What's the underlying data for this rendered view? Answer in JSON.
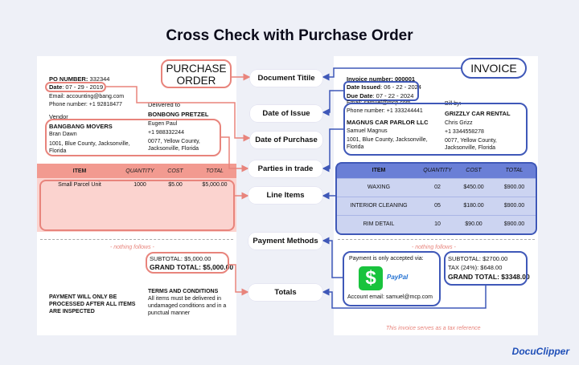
{
  "title": "Cross Check with Purchase Order",
  "po": {
    "doc_title": "PURCHASE ORDER",
    "po_number_label": "PO NUMBER:",
    "po_number": "332344",
    "date_label": "Date",
    "date": ": 07 - 29 - 2019",
    "email": "Email: accounting@bang.com",
    "phone": "Phone number: +1 92818477",
    "vendor_label": "Vendor",
    "vendor_name": "BANGBANG MOVERS",
    "vendor_contact": "Bran Dawn",
    "vendor_address": "1001, Blue County, Jacksonville, Florida",
    "delivered_label": "Delivered to",
    "delivered_name": "BONBONG PRETZEL",
    "delivered_contact": "Eugen Paul",
    "delivered_phone": "+1 988332244",
    "delivered_address": "0077, Yellow County, Jacksonville, Florida",
    "table_headers": [
      "ITEM",
      "QUANTITY",
      "COST",
      "TOTAL"
    ],
    "rows": [
      [
        "Small Parcel Unit",
        "1000",
        "$5.00",
        "$5,000.00"
      ]
    ],
    "nothing_follows": "- nothing follows -",
    "subtotal": "SUBTOTAL: $5,000.00",
    "grand_total": "GRAND TOTAL: $5,000.00",
    "payment_note": "PAYMENT WILL ONLY BE PROCESSED AFTER ALL ITEMS ARE INSPECTED",
    "terms_title": "TERMS AND CONDITIONS",
    "terms_text": "All items must be delivered in undamaged conditions and in a punctual manner"
  },
  "invoice": {
    "doc_title": "INVOICE",
    "invoice_number": "Invoice number: 000001",
    "date_issued_label": "Date Issued",
    "date_issued": ": 06 - 22 - 2024",
    "due_date_label": "Due Date",
    "due_date": ": 07 - 22 - 2024",
    "email": "Email: samuel@mcp.com",
    "phone": "Phone number: +1 333244441",
    "seller_name": "MAGNUS CAR PARLOR LLC",
    "seller_contact": "Samuel Magnus",
    "seller_address": "1001, Blue County, Jacksonville, Florida",
    "bill_by_label": "Bill by:",
    "bill_name": "GRIZZLY CAR RENTAL",
    "bill_contact": "Chris Grizz",
    "bill_phone": "+1 3344558278",
    "bill_address": "0077, Yellow County, Jacksonville, Florida",
    "table_headers": [
      "ITEM",
      "QUANTITY",
      "COST",
      "TOTAL"
    ],
    "rows": [
      [
        "WAXING",
        "02",
        "$450.00",
        "$900.00"
      ],
      [
        "INTERIOR CLEANING",
        "05",
        "$180.00",
        "$900.00"
      ],
      [
        "RIM DETAIL",
        "10",
        "$90.00",
        "$900.00"
      ]
    ],
    "nothing_follows": "- nothing follows -",
    "payment_accepted": "Payment is only accepted via:",
    "paypal": "PayPal",
    "cashapp_glyph": "$",
    "account_email": "Account email: samuel@mcp.com",
    "subtotal": "SUBTOTAL: $2700.00",
    "tax": "TAX (24%): $648.00",
    "grand_total": "GRAND TOTAL: $3348.00",
    "tax_reference": "This invoice serves as a tax reference"
  },
  "labels": {
    "document_title": "Document Titile",
    "date_of_issue": "Date of Issue",
    "date_of_purchase": "Date of Purchase",
    "parties_in_trade": "Parties in trade",
    "line_items": "Line Items",
    "payment_methods": "Payment Methods",
    "totals": "Totals"
  },
  "brand": "DocuClipper",
  "colors": {
    "po_accent": "#e8847c",
    "invoice_accent": "#3f58b8",
    "po_header": "#f29a90",
    "invoice_header": "#6a7fd6"
  }
}
